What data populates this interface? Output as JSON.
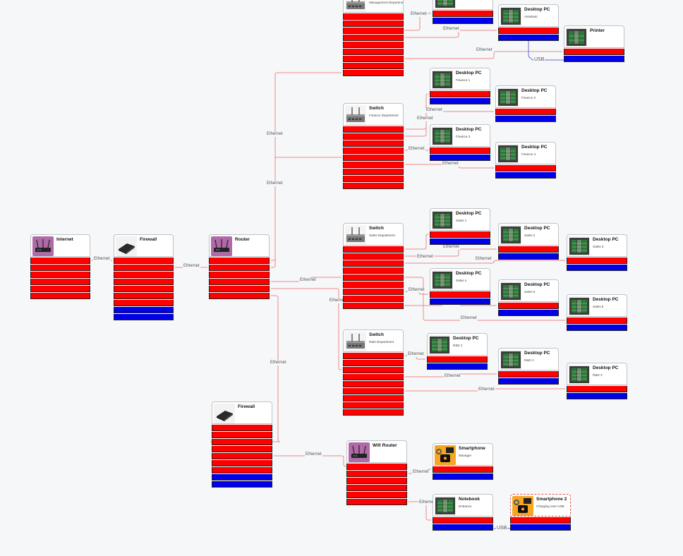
{
  "connection_types": {
    "ethernet": "Ethernet",
    "usb": "USB"
  },
  "colors": {
    "ethernet_port": "#ff0000",
    "usb_port": "#0000e6",
    "ethernet_wire": "#f08a8a",
    "usb_wire": "#6a6ad8"
  },
  "nodes": {
    "internet": {
      "title": "Internet",
      "subtitle": "",
      "icon": "router-icon"
    },
    "firewall1": {
      "title": "Firewall",
      "subtitle": "",
      "icon": "firewall-icon"
    },
    "router": {
      "title": "Router",
      "subtitle": "",
      "icon": "router-icon"
    },
    "switch_mgmt": {
      "title": "",
      "subtitle": "Management Department",
      "icon": "switch-icon"
    },
    "pc_mgmt_top": {
      "title": "",
      "subtitle": "",
      "icon": "desktop-pc-icon"
    },
    "pc_assistant": {
      "title": "Desktop PC",
      "subtitle": "Assistant",
      "icon": "desktop-pc-icon"
    },
    "printer": {
      "title": "Printer",
      "subtitle": "",
      "icon": "printer-icon"
    },
    "switch_fin": {
      "title": "Switch",
      "subtitle": "Finance Department",
      "icon": "switch-icon"
    },
    "pc_fin1": {
      "title": "Desktop PC",
      "subtitle": "Finance 1",
      "icon": "desktop-pc-icon"
    },
    "pc_fin2": {
      "title": "Desktop PC",
      "subtitle": "Finance 2",
      "icon": "desktop-pc-icon"
    },
    "pc_fin3": {
      "title": "Desktop PC",
      "subtitle": "Finance 3",
      "icon": "desktop-pc-icon"
    },
    "pc_fin4": {
      "title": "Desktop PC",
      "subtitle": "Finance 4",
      "icon": "desktop-pc-icon"
    },
    "switch_sales": {
      "title": "Switch",
      "subtitle": "Sales Department",
      "icon": "switch-icon"
    },
    "pc_sales1": {
      "title": "Desktop PC",
      "subtitle": "Sales 1",
      "icon": "desktop-pc-icon"
    },
    "pc_sales2": {
      "title": "Desktop PC",
      "subtitle": "Sales 2",
      "icon": "desktop-pc-icon"
    },
    "pc_sales3": {
      "title": "Desktop PC",
      "subtitle": "Sales 3",
      "icon": "desktop-pc-icon"
    },
    "pc_sales4": {
      "title": "Desktop PC",
      "subtitle": "Sales 4",
      "icon": "desktop-pc-icon"
    },
    "pc_sales5": {
      "title": "Desktop PC",
      "subtitle": "Sales 5",
      "icon": "desktop-pc-icon"
    },
    "pc_sales6": {
      "title": "Desktop PC",
      "subtitle": "Sales 6",
      "icon": "desktop-pc-icon"
    },
    "switch_rd": {
      "title": "Switch",
      "subtitle": "R&D Department",
      "icon": "switch-icon"
    },
    "pc_rd1": {
      "title": "Desktop PC",
      "subtitle": "R&D 1",
      "icon": "desktop-pc-icon"
    },
    "pc_rd2": {
      "title": "Desktop PC",
      "subtitle": "R&D 2",
      "icon": "desktop-pc-icon"
    },
    "pc_rd3": {
      "title": "Desktop PC",
      "subtitle": "R&D 3",
      "icon": "desktop-pc-icon"
    },
    "firewall2": {
      "title": "Firewall",
      "subtitle": "",
      "icon": "firewall-icon"
    },
    "wifi_router": {
      "title": "Wifi Router",
      "subtitle": "",
      "icon": "router-icon"
    },
    "smartphone": {
      "title": "Smartphone",
      "subtitle": "Manager",
      "icon": "smartphone-icon"
    },
    "notebook": {
      "title": "Notebook",
      "subtitle": "Entrance",
      "icon": "notebook-icon"
    },
    "smartphone2": {
      "title": "Smartphone 2",
      "subtitle": "Charging over USB",
      "icon": "smartphone-icon"
    }
  }
}
